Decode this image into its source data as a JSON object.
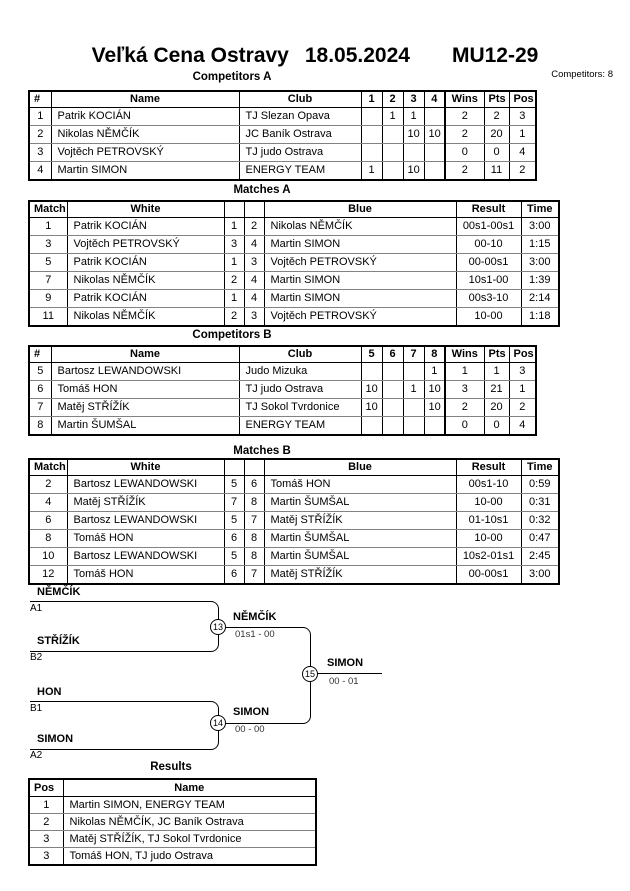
{
  "header": {
    "event": "Veľká Cena Ostravy",
    "date": "18.05.2024",
    "category": "MU12-29",
    "competitors_count": "Competitors: 8"
  },
  "competitors_a": {
    "title": "Competitors A",
    "headers": {
      "num": "#",
      "name": "Name",
      "club": "Club",
      "c1": "1",
      "c2": "2",
      "c3": "3",
      "c4": "4",
      "wins": "Wins",
      "pts": "Pts",
      "pos": "Pos"
    },
    "rows": [
      {
        "num": "1",
        "name": "Patrik KOCIÁN",
        "club": "TJ Slezan Opava",
        "c1": "",
        "c2": "1",
        "c3": "1",
        "c4": "",
        "wins": "2",
        "pts": "2",
        "pos": "3"
      },
      {
        "num": "2",
        "name": "Nikolas NĚMČÍK",
        "club": "JC Baník Ostrava",
        "c1": "",
        "c2": "",
        "c3": "10",
        "c4": "10",
        "wins": "2",
        "pts": "20",
        "pos": "1"
      },
      {
        "num": "3",
        "name": "Vojtěch PETROVSKÝ",
        "club": "TJ judo Ostrava",
        "c1": "",
        "c2": "",
        "c3": "",
        "c4": "",
        "wins": "0",
        "pts": "0",
        "pos": "4"
      },
      {
        "num": "4",
        "name": "Martin SIMON",
        "club": "ENERGY TEAM",
        "c1": "1",
        "c2": "",
        "c3": "10",
        "c4": "",
        "wins": "2",
        "pts": "11",
        "pos": "2"
      }
    ]
  },
  "matches_a": {
    "title": "Matches A",
    "headers": {
      "match": "Match",
      "white": "White",
      "wn": "",
      "bn": "",
      "blue": "Blue",
      "result": "Result",
      "time": "Time"
    },
    "rows": [
      {
        "match": "1",
        "white": "Patrik KOCIÁN",
        "wn": "1",
        "bn": "2",
        "blue": "Nikolas NĚMČÍK",
        "result": "00s1-00s1",
        "time": "3:00"
      },
      {
        "match": "3",
        "white": "Vojtěch PETROVSKÝ",
        "wn": "3",
        "bn": "4",
        "blue": "Martin SIMON",
        "result": "00-10",
        "time": "1:15"
      },
      {
        "match": "5",
        "white": "Patrik KOCIÁN",
        "wn": "1",
        "bn": "3",
        "blue": "Vojtěch PETROVSKÝ",
        "result": "00-00s1",
        "time": "3:00"
      },
      {
        "match": "7",
        "white": "Nikolas NĚMČÍK",
        "wn": "2",
        "bn": "4",
        "blue": "Martin SIMON",
        "result": "10s1-00",
        "time": "1:39"
      },
      {
        "match": "9",
        "white": "Patrik KOCIÁN",
        "wn": "1",
        "bn": "4",
        "blue": "Martin SIMON",
        "result": "00s3-10",
        "time": "2:14"
      },
      {
        "match": "11",
        "white": "Nikolas NĚMČÍK",
        "wn": "2",
        "bn": "3",
        "blue": "Vojtěch PETROVSKÝ",
        "result": "10-00",
        "time": "1:18"
      }
    ]
  },
  "competitors_b": {
    "title": "Competitors B",
    "headers": {
      "num": "#",
      "name": "Name",
      "club": "Club",
      "c1": "5",
      "c2": "6",
      "c3": "7",
      "c4": "8",
      "wins": "Wins",
      "pts": "Pts",
      "pos": "Pos"
    },
    "rows": [
      {
        "num": "5",
        "name": "Bartosz LEWANDOWSKI",
        "club": "Judo Mizuka",
        "c1": "",
        "c2": "",
        "c3": "",
        "c4": "1",
        "wins": "1",
        "pts": "1",
        "pos": "3"
      },
      {
        "num": "6",
        "name": "Tomáš HON",
        "club": "TJ judo Ostrava",
        "c1": "10",
        "c2": "",
        "c3": "1",
        "c4": "10",
        "wins": "3",
        "pts": "21",
        "pos": "1"
      },
      {
        "num": "7",
        "name": "Matěj STŘÍŽÍK",
        "club": "TJ Sokol Tvrdonice",
        "c1": "10",
        "c2": "",
        "c3": "",
        "c4": "10",
        "wins": "2",
        "pts": "20",
        "pos": "2"
      },
      {
        "num": "8",
        "name": "Martin ŠUMŠAL",
        "club": "ENERGY TEAM",
        "c1": "",
        "c2": "",
        "c3": "",
        "c4": "",
        "wins": "0",
        "pts": "0",
        "pos": "4"
      }
    ]
  },
  "matches_b": {
    "title": "Matches B",
    "headers": {
      "match": "Match",
      "white": "White",
      "wn": "",
      "bn": "",
      "blue": "Blue",
      "result": "Result",
      "time": "Time"
    },
    "rows": [
      {
        "match": "2",
        "white": "Bartosz LEWANDOWSKI",
        "wn": "5",
        "bn": "6",
        "blue": "Tomáš HON",
        "result": "00s1-10",
        "time": "0:59"
      },
      {
        "match": "4",
        "white": "Matěj STŘÍŽÍK",
        "wn": "7",
        "bn": "8",
        "blue": "Martin ŠUMŠAL",
        "result": "10-00",
        "time": "0:31"
      },
      {
        "match": "6",
        "white": "Bartosz LEWANDOWSKI",
        "wn": "5",
        "bn": "7",
        "blue": "Matěj STŘÍŽÍK",
        "result": "01-10s1",
        "time": "0:32"
      },
      {
        "match": "8",
        "white": "Tomáš HON",
        "wn": "6",
        "bn": "8",
        "blue": "Martin ŠUMŠAL",
        "result": "10-00",
        "time": "0:47"
      },
      {
        "match": "10",
        "white": "Bartosz LEWANDOWSKI",
        "wn": "5",
        "bn": "8",
        "blue": "Martin ŠUMŠAL",
        "result": "10s2-01s1",
        "time": "2:45"
      },
      {
        "match": "12",
        "white": "Tomáš HON",
        "wn": "6",
        "bn": "7",
        "blue": "Matěj STŘÍŽÍK",
        "result": "00-00s1",
        "time": "3:00"
      }
    ]
  },
  "bracket": {
    "slots": [
      {
        "name": "NĚMČÍK",
        "seed": "A1"
      },
      {
        "name": "STŘÍŽÍK",
        "seed": "B2"
      },
      {
        "name": "HON",
        "seed": "B1"
      },
      {
        "name": "SIMON",
        "seed": "A2"
      }
    ],
    "semifinal_1": {
      "match_no": "13",
      "winner": "NĚMČÍK",
      "result": "01s1 - 00"
    },
    "semifinal_2": {
      "match_no": "14",
      "winner": "SIMON",
      "result": "00 - 00"
    },
    "final": {
      "match_no": "15",
      "winner": "SIMON",
      "result": "00 - 01"
    }
  },
  "results": {
    "title": "Results",
    "headers": {
      "pos": "Pos",
      "name": "Name"
    },
    "rows": [
      {
        "pos": "1",
        "name": "Martin SIMON, ENERGY TEAM"
      },
      {
        "pos": "2",
        "name": "Nikolas NĚMČÍK, JC Baník Ostrava"
      },
      {
        "pos": "3",
        "name": "Matěj STŘÍŽÍK, TJ Sokol Tvrdonice"
      },
      {
        "pos": "3",
        "name": "Tomáš HON, TJ judo Ostrava"
      }
    ]
  }
}
